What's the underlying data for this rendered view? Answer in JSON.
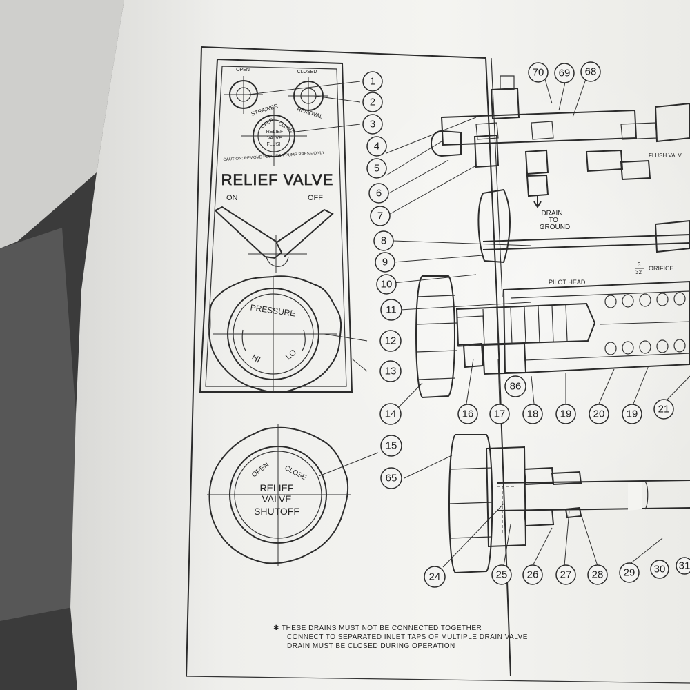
{
  "panel": {
    "open_label": "OPEN",
    "closed_label": "CLOSED",
    "strainer_label": "STRAINER",
    "removal_label": "REMOVAL",
    "dial_open": "OPEN",
    "dial_close": "CLOSE",
    "dial_relief": "RELIEF",
    "dial_valve": "VALVE",
    "dial_flush": "FLUSH",
    "caution_text": "CAUTION: REMOVE PLUG FOR PUMP PRESS ONLY",
    "title": "RELIEF VALVE",
    "on_label": "ON",
    "off_label": "OFF",
    "pressure_label": "PRESSURE",
    "hi_label": "HI",
    "lo_label": "LO",
    "shutoff_open": "OPEN",
    "shutoff_close": "CLOSE",
    "shutoff_relief": "RELIEF",
    "shutoff_valve": "VALVE",
    "shutoff_shutoff": "SHUTOFF"
  },
  "diagram": {
    "drain_line1": "DRAIN",
    "drain_line2": "TO",
    "drain_line3": "GROUND",
    "pilot_head": "PILOT HEAD",
    "orifice_num": "3",
    "orifice_den": "32",
    "orifice_label": "ORIFICE",
    "flush_label": "FLUSH VALV"
  },
  "callouts": [
    "1",
    "2",
    "3",
    "4",
    "5",
    "6",
    "7",
    "8",
    "9",
    "10",
    "11",
    "12",
    "13",
    "14",
    "15",
    "65",
    "16",
    "17",
    "18",
    "19",
    "20",
    "19",
    "21",
    "24",
    "25",
    "26",
    "27",
    "28",
    "29",
    "30",
    "31",
    "86",
    "70",
    "69",
    "68"
  ],
  "note": {
    "line1": "✱ THESE DRAINS MUST NOT BE CONNECTED TOGETHER",
    "line2": "CONNECT TO SEPARATED INLET TAPS OF MULTIPLE DRAIN VALVE",
    "line3": "DRAIN MUST BE CLOSED DURING OPERATION"
  }
}
